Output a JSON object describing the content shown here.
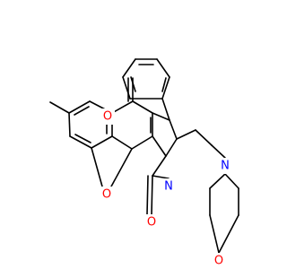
{
  "molecule": {
    "atoms": {
      "o_ketone": "O",
      "o_lactam": "O",
      "o_pyran": "O",
      "n_pyrrole": "N",
      "n_morpholine": "N",
      "o_morpholine": "O"
    },
    "colors": {
      "bond": "#000000",
      "oxygen": "#ff0000",
      "nitrogen": "#0000ff",
      "background": "#ffffff"
    }
  }
}
